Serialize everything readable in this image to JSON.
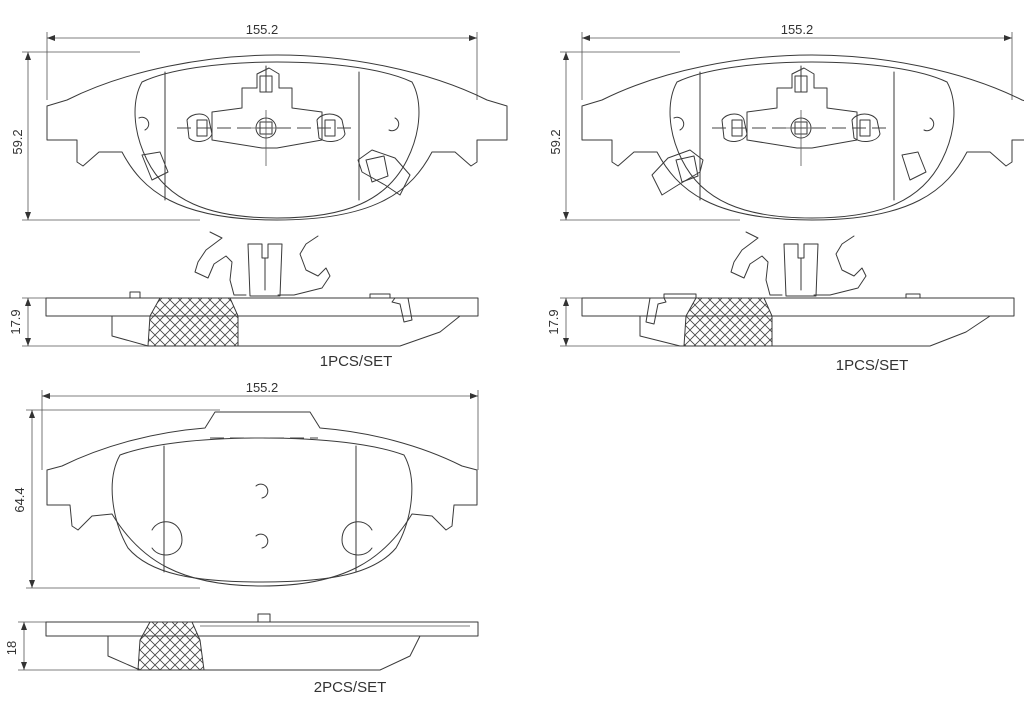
{
  "drawing_1": {
    "width_dim": "155.2",
    "height_dim": "59.2",
    "thickness_dim": "17.9",
    "quantity_label": "1PCS/SET"
  },
  "drawing_2": {
    "width_dim": "155.2",
    "height_dim": "59.2",
    "thickness_dim": "17.9",
    "quantity_label": "1PCS/SET"
  },
  "drawing_3": {
    "width_dim": "155.2",
    "height_dim": "64.4",
    "thickness_dim": "18",
    "quantity_label": "2PCS/SET"
  }
}
